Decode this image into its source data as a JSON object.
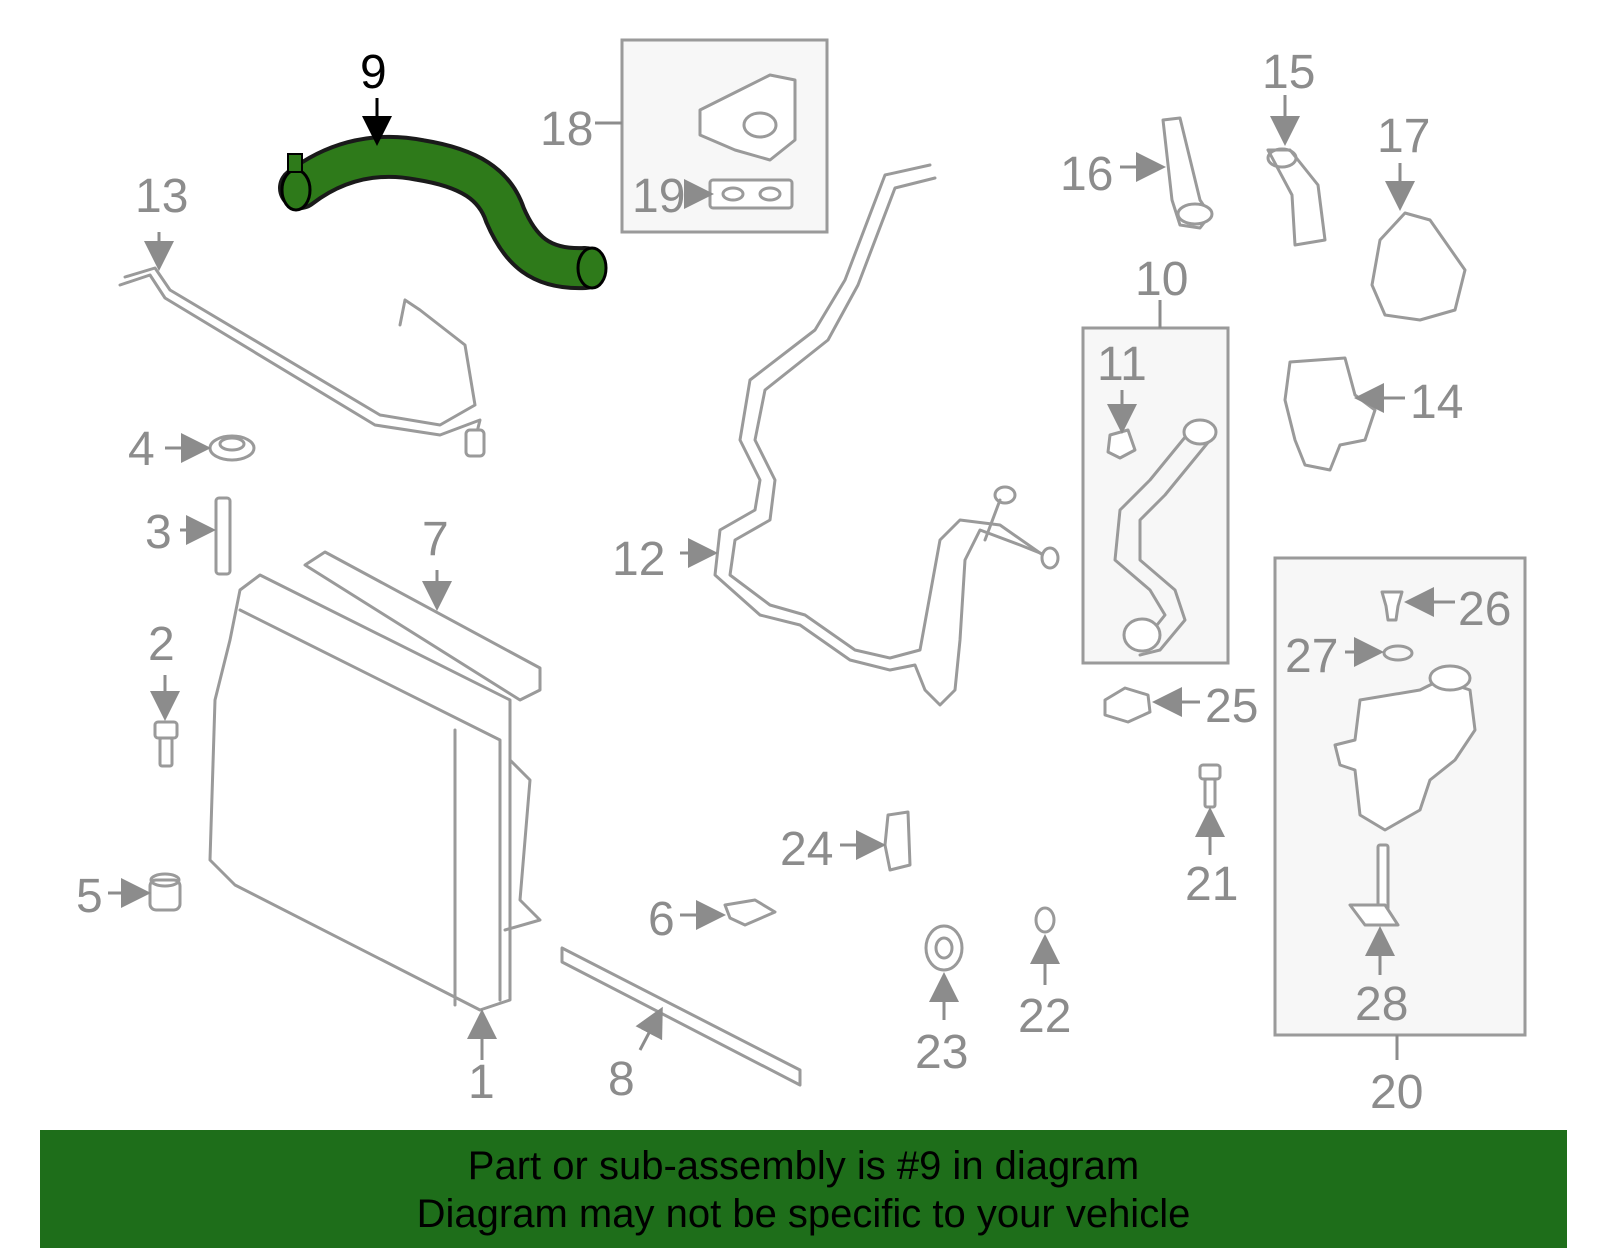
{
  "highlight_color": "#1e6e1a",
  "highlighted_part": "9",
  "callouts": {
    "c1": "1",
    "c2": "2",
    "c3": "3",
    "c4": "4",
    "c5": "5",
    "c6": "6",
    "c7": "7",
    "c8": "8",
    "c9": "9",
    "c10": "10",
    "c11": "11",
    "c12": "12",
    "c13": "13",
    "c14": "14",
    "c15": "15",
    "c16": "16",
    "c17": "17",
    "c18": "18",
    "c19": "19",
    "c20": "20",
    "c21": "21",
    "c22": "22",
    "c23": "23",
    "c24": "24",
    "c25": "25",
    "c26": "26",
    "c27": "27",
    "c28": "28"
  },
  "footer": {
    "line1": "Part or sub-assembly is #9 in diagram",
    "line2": "Diagram may not be specific to your vehicle"
  }
}
